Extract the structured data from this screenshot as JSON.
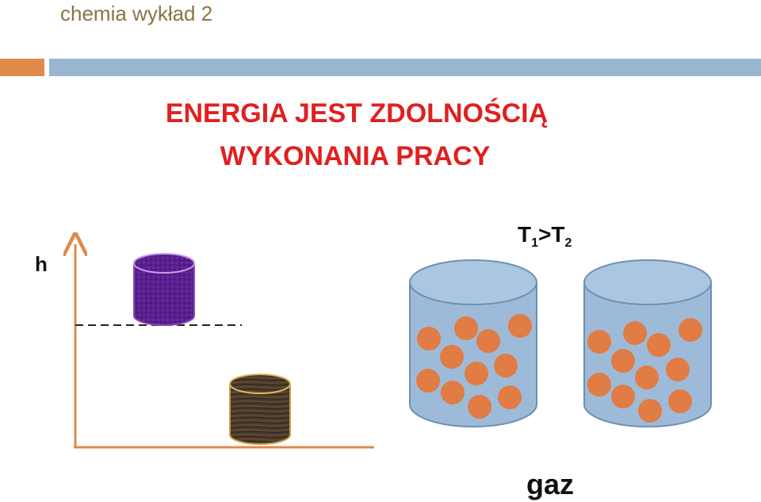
{
  "header": {
    "title": "chemia wykład 2"
  },
  "slide": {
    "title_line1": "ENERGIA JEST ZDOLNOŚCIĄ",
    "title_line2": "WYKONANIA PRACY"
  },
  "potential_diagram": {
    "axis_label": "h"
  },
  "gas_diagram": {
    "temp_T": "T",
    "temp_sub1": "1",
    "temp_rel": ">",
    "temp_sub2": "2",
    "caption": "gaz",
    "colors": {
      "container": "#9dbbd8",
      "container_edge": "#6e90b3",
      "particle": "#e07c44"
    }
  },
  "colors": {
    "title": "#e02020",
    "header_text": "#8a7444",
    "bar_orange": "#e08a4a",
    "bar_blue": "#98b6d2",
    "axis": "#e08a4a",
    "top_cylinder": "#5b1e8e",
    "bottom_cylinder": "#4a3a2a"
  }
}
